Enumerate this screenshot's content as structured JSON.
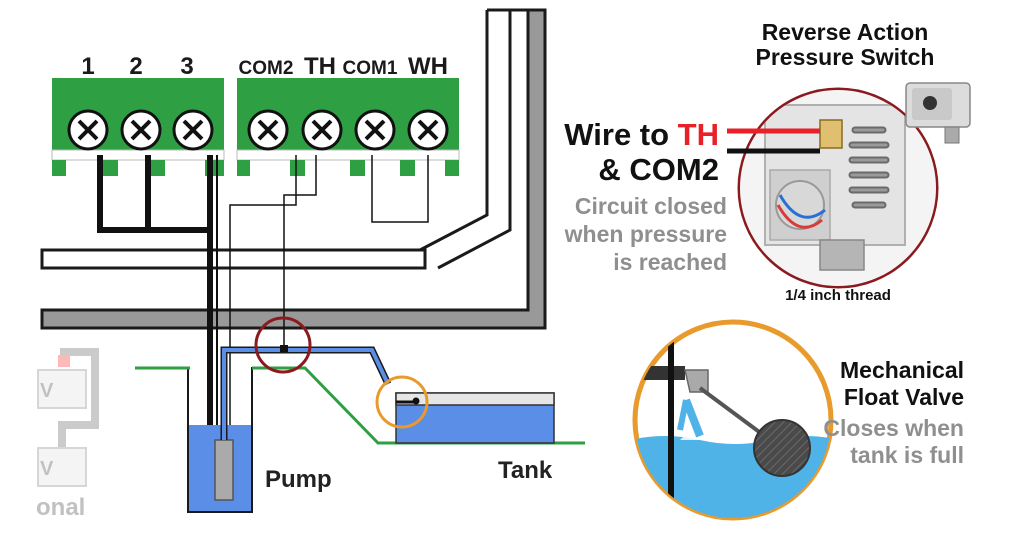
{
  "terminals": {
    "zones": [
      "1",
      "2",
      "3"
    ],
    "common": [
      "COM2",
      "TH",
      "COM1",
      "WH"
    ]
  },
  "labels": {
    "pump": "Pump",
    "tank": "Tank",
    "side_fragment_1": "V",
    "side_fragment_2": "V",
    "side_fragment_3": "onal"
  },
  "pressure_switch": {
    "title_line1": "Reverse Action",
    "title_line2": "Pressure Switch",
    "wire_prefix": "Wire to ",
    "wire_target": "TH",
    "wire_line2": "& COM2",
    "desc_line1": "Circuit closed",
    "desc_line2": "when pressure",
    "desc_line3": "is reached",
    "thread_note": "1/4 inch thread"
  },
  "float_valve": {
    "title_line1": "Mechanical",
    "title_line2": "Float Valve",
    "desc_line1": "Closes when",
    "desc_line2": "tank is full"
  },
  "colors": {
    "terminal_green": "#2ea043",
    "water_blue": "#5b8ee6",
    "ground_green": "#2ea043",
    "wire_red": "#e8202a",
    "switch_circle": "#8b1a1e",
    "valve_circle": "#e89a2c",
    "grey_text": "#8f8f8f"
  }
}
